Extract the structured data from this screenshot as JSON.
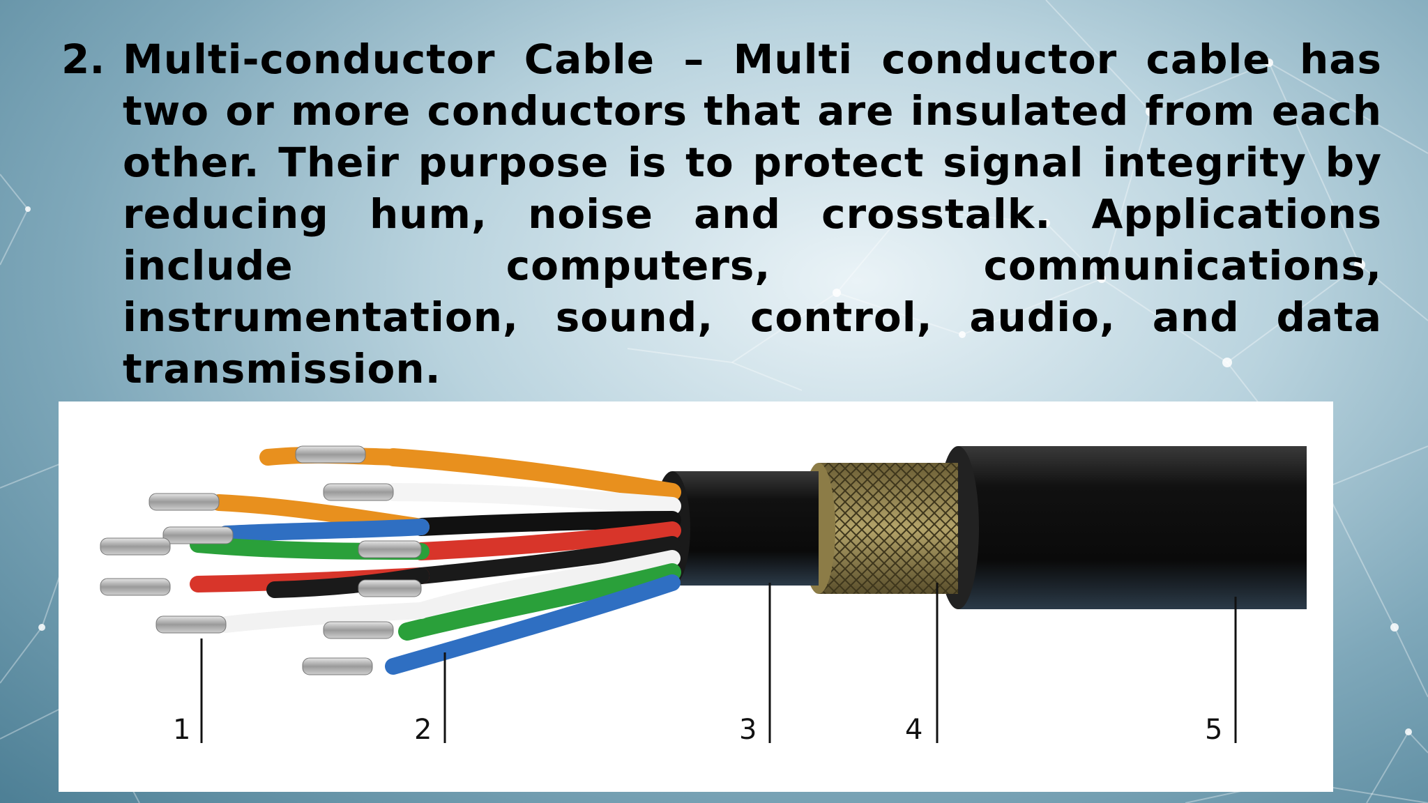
{
  "slide": {
    "item_number": "2.",
    "heading": "Multi-conductor Cable",
    "dash": "–",
    "body": "Multi conductor cable has two or more conductors that are insulated from each other. Their purpose is to protect signal integrity by reducing hum, noise and crosstalk. Applications include computers, communications, instrumentation, sound, control, audio, and data transmission."
  },
  "figure": {
    "callouts": [
      "1",
      "2",
      "3",
      "4",
      "5"
    ]
  },
  "colors": {
    "text": "#000000",
    "jacket": "#111111",
    "braid": "#8a7a45"
  }
}
